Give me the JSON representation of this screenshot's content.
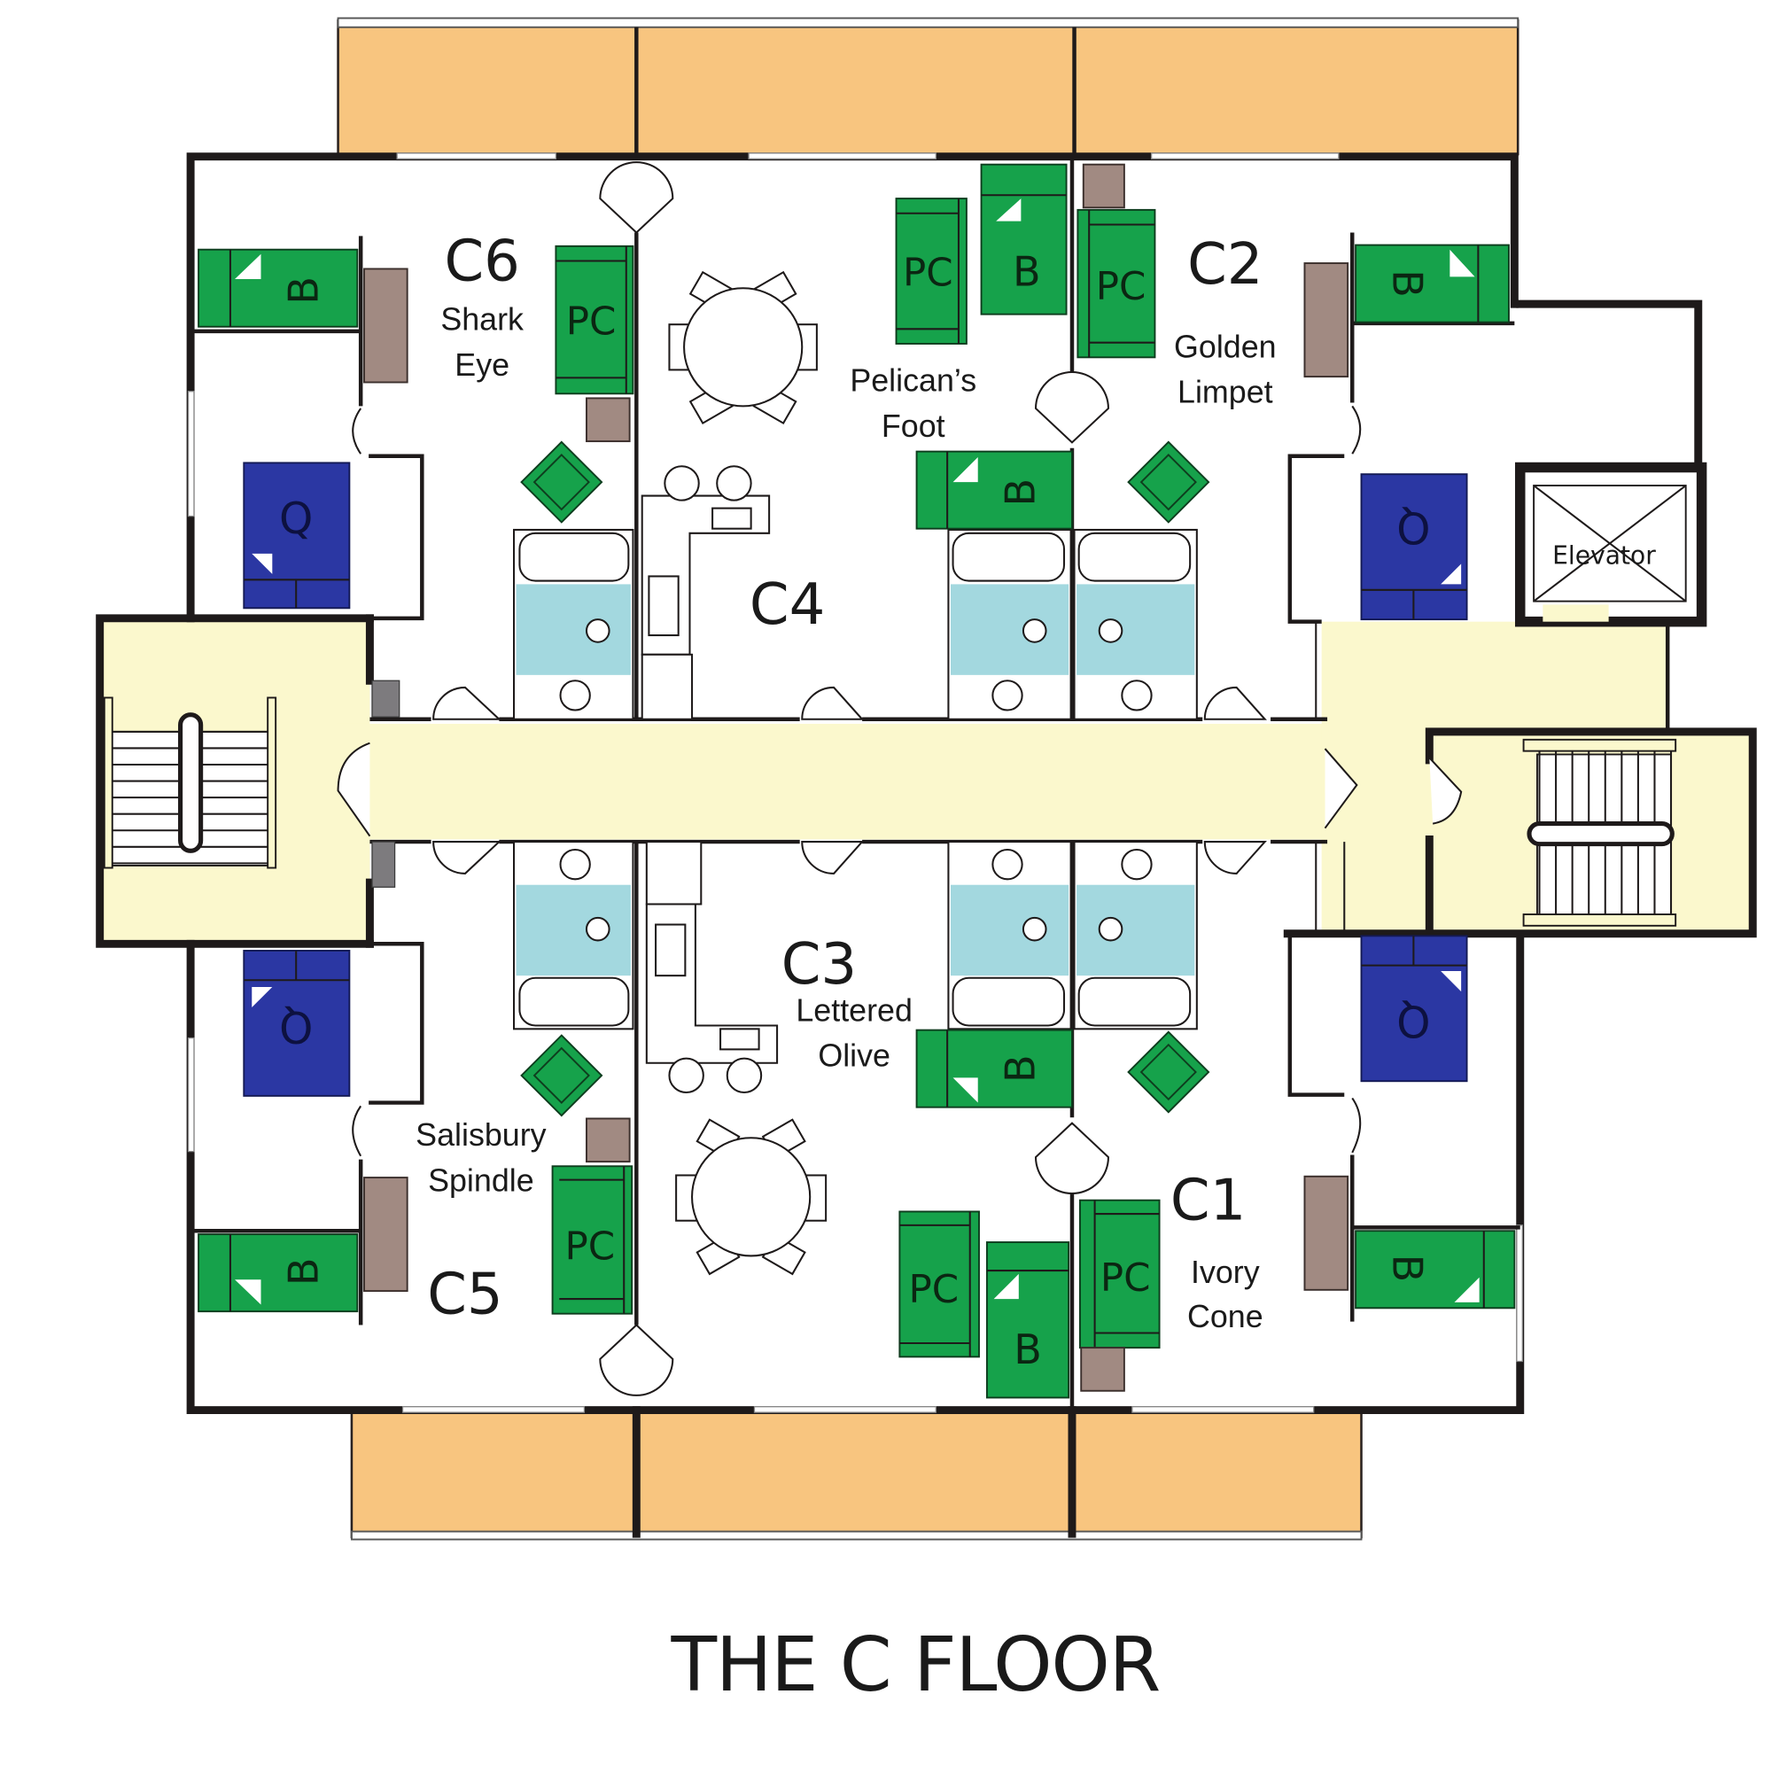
{
  "title": "THE C FLOOR",
  "colors": {
    "balcony": "#f8c57f",
    "corridor": "#fbf8cd",
    "bathroom": "#a3d8df",
    "bed_green": "#16a24b",
    "bed_blue": "#2b37a3",
    "dresser": "#a18a82",
    "wall": "#1e1a1a"
  },
  "units": [
    {
      "id": "C6",
      "name_line1": "Shark",
      "name_line2": "Eye"
    },
    {
      "id": "C4",
      "name_line1": "Pelican’s",
      "name_line2": "Foot"
    },
    {
      "id": "C2",
      "name_line1": "Golden",
      "name_line2": "Limpet"
    },
    {
      "id": "C5",
      "name_line1": "Salisbury",
      "name_line2": "Spindle"
    },
    {
      "id": "C3",
      "name_line1": "Lettered",
      "name_line2": "Olive"
    },
    {
      "id": "C1",
      "name_line1": "Ivory",
      "name_line2": "Cone"
    }
  ],
  "legend_codes": {
    "bunk": "B",
    "queen": "Q",
    "pullout_couch": "PC"
  },
  "elevator_label": "Elevator"
}
